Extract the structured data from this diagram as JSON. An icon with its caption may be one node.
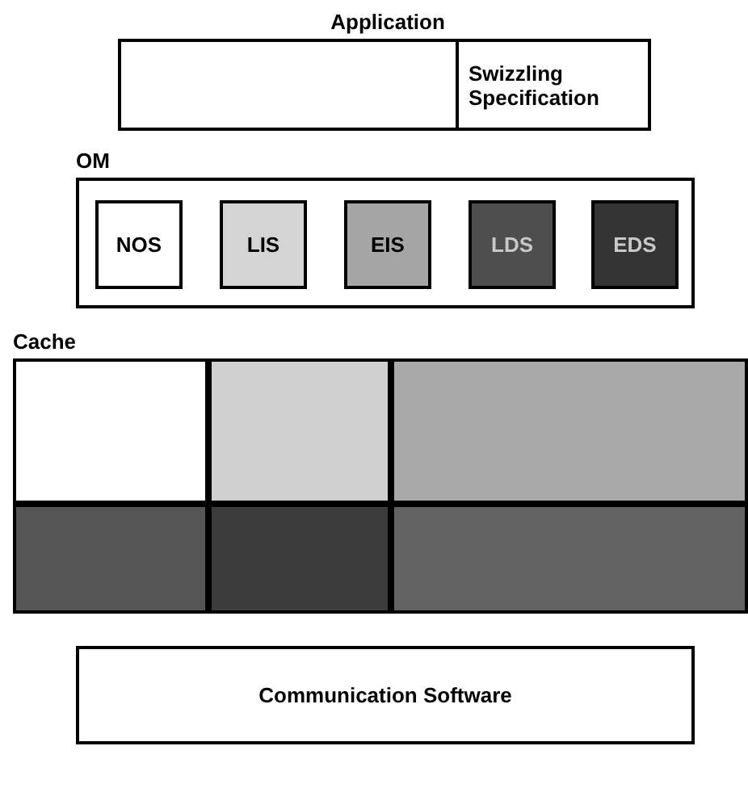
{
  "diagram": {
    "nodes": [
      {
        "text": [
          "Application"
        ]
      },
      {
        "text": [
          "Swizzling Specification"
        ],
        "in": 0
      },
      {
        "text": [
          "OM"
        ]
      },
      {
        "text": [
          "NOS"
        ],
        "in": 2
      },
      {
        "text": [
          "LIS"
        ],
        "in": 2
      },
      {
        "text": [
          "EIS"
        ],
        "in": 2
      },
      {
        "text": [
          "LDS"
        ],
        "in": 2
      },
      {
        "text": [
          "EDS"
        ],
        "in": 2
      },
      {
        "text": [
          "Cache"
        ]
      },
      {
        "text": [],
        "shape": "box",
        "in": 8
      },
      {
        "text": [],
        "shape": "box",
        "in": 8
      },
      {
        "text": [],
        "shape": "box",
        "in": 8
      },
      {
        "text": [],
        "shape": "box",
        "in": 8
      },
      {
        "text": [],
        "shape": "box",
        "in": 8
      },
      {
        "text": [],
        "shape": "box",
        "in": 8
      },
      {
        "text": [
          "Communication Software"
        ]
      }
    ],
    "edges": []
  }
}
